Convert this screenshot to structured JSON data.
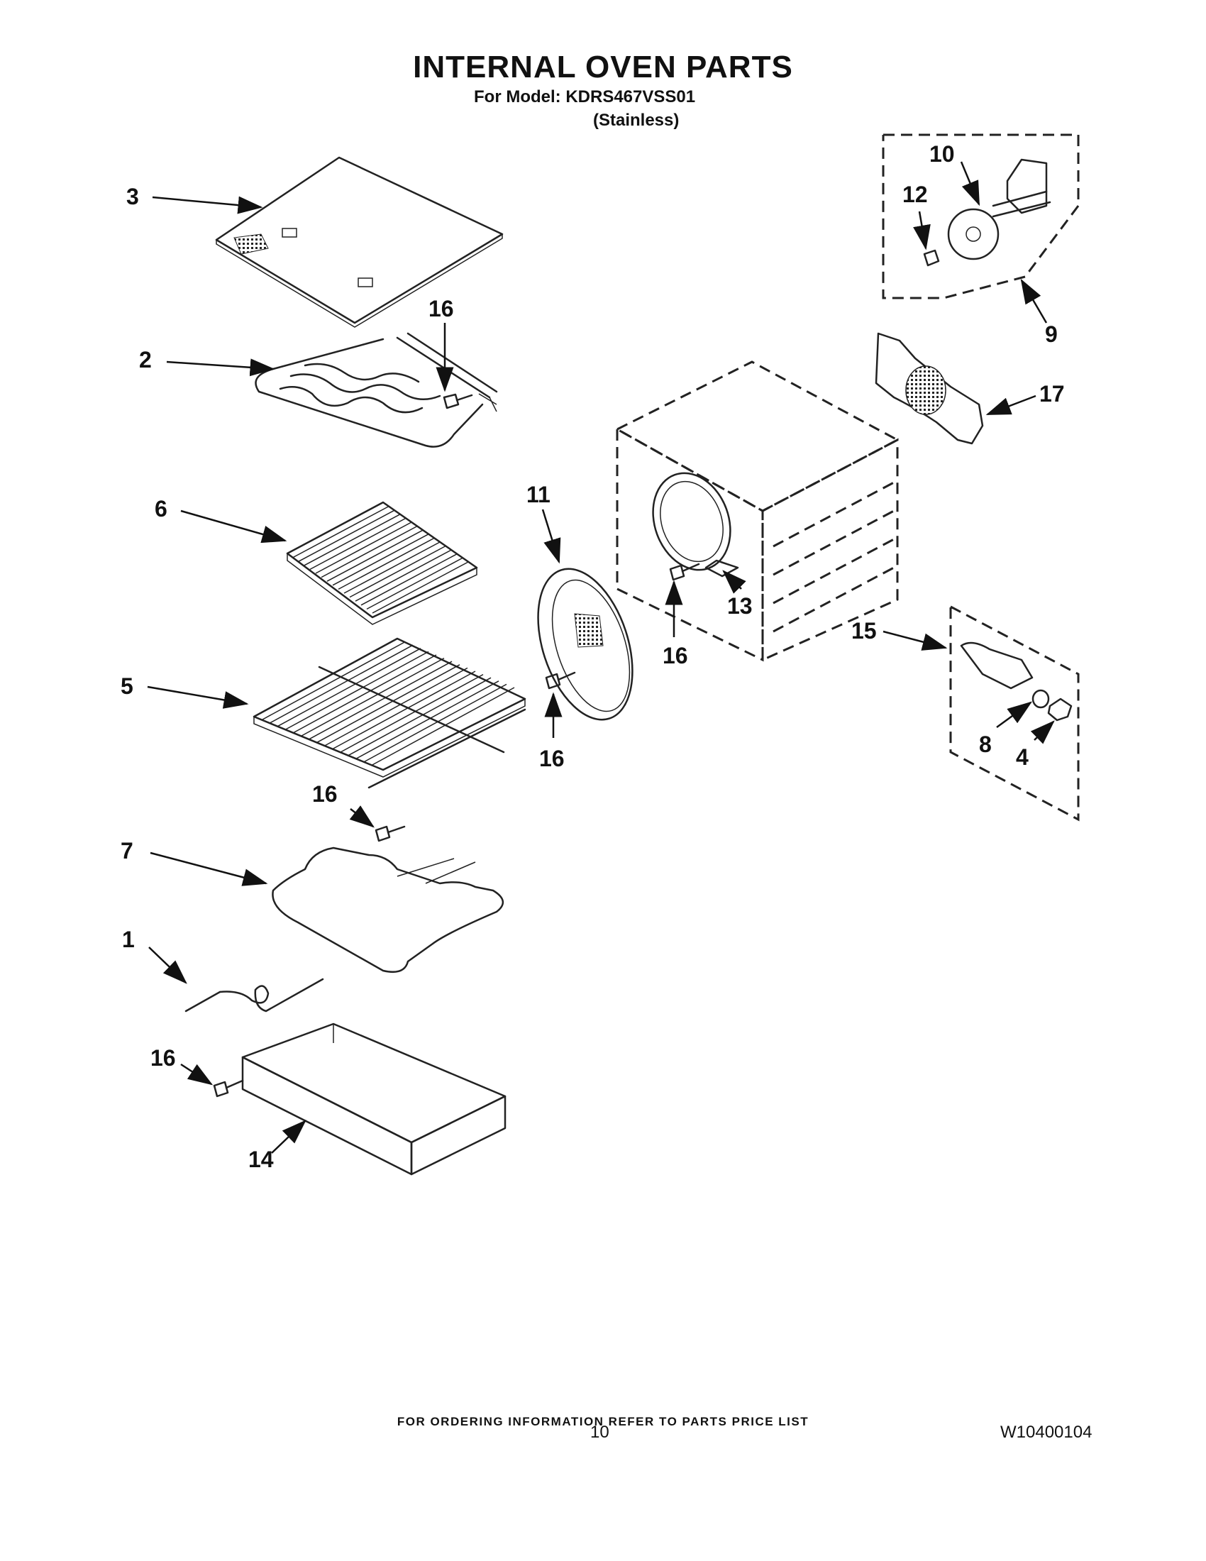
{
  "header": {
    "title": "INTERNAL OVEN PARTS",
    "model_line": "For Model: KDRS467VSS01",
    "finish": "(Stainless)"
  },
  "callouts": {
    "c1": "1",
    "c2": "2",
    "c3": "3",
    "c4": "4",
    "c5": "5",
    "c6": "6",
    "c7": "7",
    "c8": "8",
    "c9": "9",
    "c10": "10",
    "c11": "11",
    "c12": "12",
    "c13": "13",
    "c14": "14",
    "c15": "15",
    "c16a": "16",
    "c16b": "16",
    "c16c": "16",
    "c16d": "16",
    "c16e": "16",
    "c17": "17"
  },
  "footer": {
    "ordering_note": "FOR ORDERING INFORMATION REFER TO PARTS PRICE LIST",
    "page_number": "10",
    "document_number": "W10400104"
  }
}
